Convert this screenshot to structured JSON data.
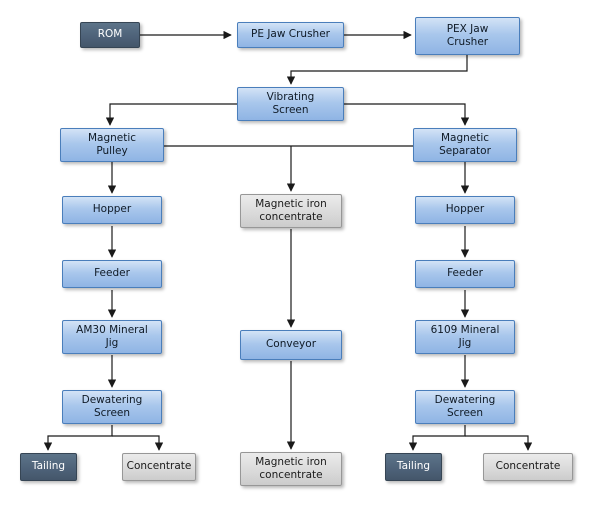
{
  "diagram": {
    "type": "flowchart",
    "nodes": {
      "rom": {
        "label": "ROM",
        "style": "dark"
      },
      "pe_jaw_crusher": {
        "label": "PE Jaw Crusher",
        "style": "process"
      },
      "pex_jaw_crusher": {
        "label": "PEX Jaw Crusher",
        "style": "process"
      },
      "vibrating_screen": {
        "label": "Vibrating Screen",
        "style": "process"
      },
      "magnetic_pulley": {
        "label": "Magnetic Pulley",
        "style": "process"
      },
      "magnetic_separator": {
        "label": "Magnetic Separator",
        "style": "process"
      },
      "hopper_left": {
        "label": "Hopper",
        "style": "process"
      },
      "magnetic_iron_concentrate_top": {
        "label": "Magnetic iron concentrate",
        "style": "output"
      },
      "hopper_right": {
        "label": "Hopper",
        "style": "process"
      },
      "feeder_left": {
        "label": "Feeder",
        "style": "process"
      },
      "feeder_right": {
        "label": "Feeder",
        "style": "process"
      },
      "am30_mineral_jig": {
        "label": "AM30 Mineral Jig",
        "style": "process"
      },
      "conveyor": {
        "label": "Conveyor",
        "style": "process"
      },
      "mineral_jig_6109": {
        "label": "6109 Mineral Jig",
        "style": "process"
      },
      "dewatering_screen_left": {
        "label": "Dewatering Screen",
        "style": "process"
      },
      "dewatering_screen_right": {
        "label": "Dewatering Screen",
        "style": "process"
      },
      "tailing_left": {
        "label": "Tailing",
        "style": "dark"
      },
      "concentrate_left": {
        "label": "Concentrate",
        "style": "output"
      },
      "magnetic_iron_concentrate_bottom": {
        "label": "Magnetic iron concentrate",
        "style": "output"
      },
      "tailing_right": {
        "label": "Tailing",
        "style": "dark"
      },
      "concentrate_right": {
        "label": "Concentrate",
        "style": "output"
      }
    },
    "edges": [
      "ROM -> PE Jaw Crusher",
      "PE Jaw Crusher -> PEX Jaw Crusher",
      "PEX Jaw Crusher -> Vibrating Screen",
      "Vibrating Screen -> Magnetic Pulley",
      "Vibrating Screen -> Magnetic Separator",
      "Magnetic Pulley / Magnetic Separator -> Magnetic iron concentrate",
      "Magnetic Pulley -> Hopper",
      "Hopper -> Feeder (left)",
      "Feeder -> AM30 Mineral Jig",
      "AM30 Mineral Jig -> Dewatering Screen (left)",
      "Dewatering Screen (left) -> Tailing (left)",
      "Dewatering Screen (left) -> Concentrate (left)",
      "Magnetic iron concentrate -> Conveyor",
      "Conveyor -> Magnetic iron concentrate",
      "Magnetic Separator -> Hopper (right)",
      "Hopper -> Feeder (right)",
      "Feeder -> 6109 Mineral Jig",
      "6109 Mineral Jig -> Dewatering Screen (right)",
      "Dewatering Screen (right) -> Tailing (right)",
      "Dewatering Screen (right) -> Concentrate (right)"
    ],
    "colors": {
      "process_fill_top": "#d3e3f6",
      "process_fill_bottom": "#8fb4e4",
      "process_border": "#4a7ebb",
      "dark_fill": "#4d6178",
      "dark_border": "#364554",
      "dark_text": "#ffffff",
      "output_fill": "#d9d9d9",
      "output_border": "#979797",
      "arrow": "#1a1a1a",
      "background": "#ffffff"
    }
  }
}
